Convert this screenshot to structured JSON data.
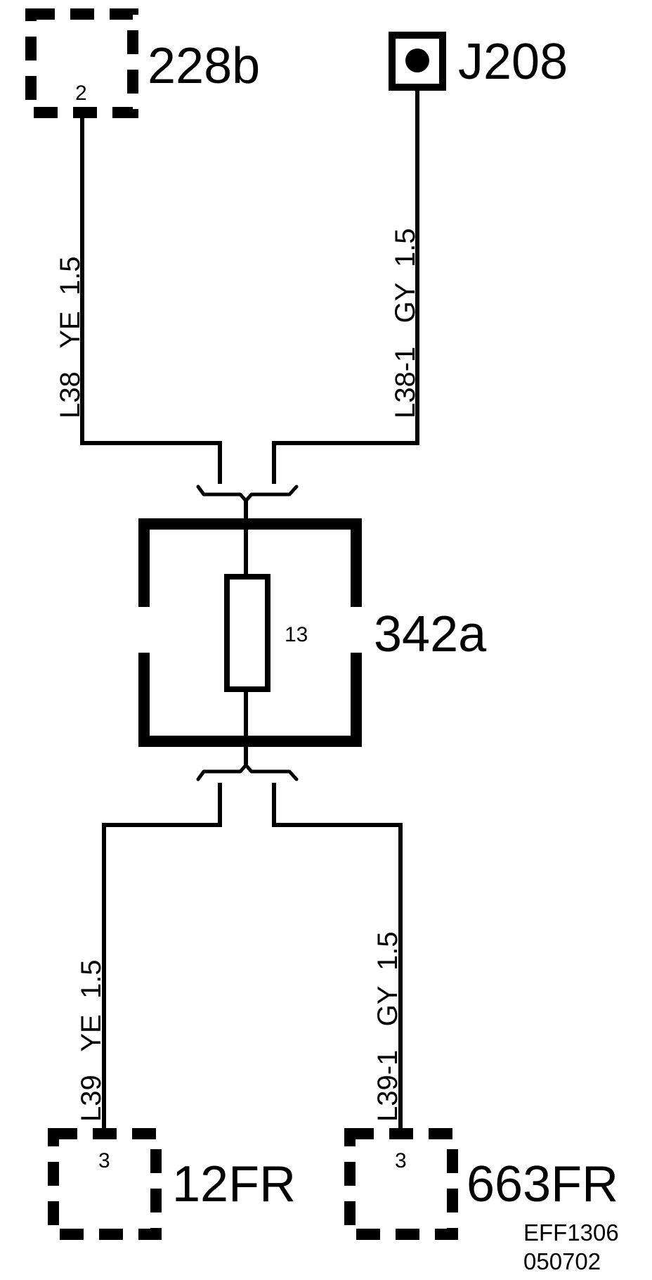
{
  "components": {
    "top_left": {
      "name": "228b",
      "pin": "2"
    },
    "top_right": {
      "name": "J208"
    },
    "fuse_box": {
      "name": "342a",
      "fuse": "13"
    },
    "bottom_left": {
      "name": "12FR",
      "pin": "3"
    },
    "bottom_right": {
      "name": "663FR",
      "pin": "3"
    }
  },
  "wires": {
    "top_left": "L38   YE  1.5",
    "top_right": "L38-1   GY  1.5",
    "bottom_left": "L39   YE  1.5",
    "bottom_right": "L39-1   GY  1.5"
  },
  "reference": {
    "code": "EFF1306",
    "date": "050702"
  }
}
